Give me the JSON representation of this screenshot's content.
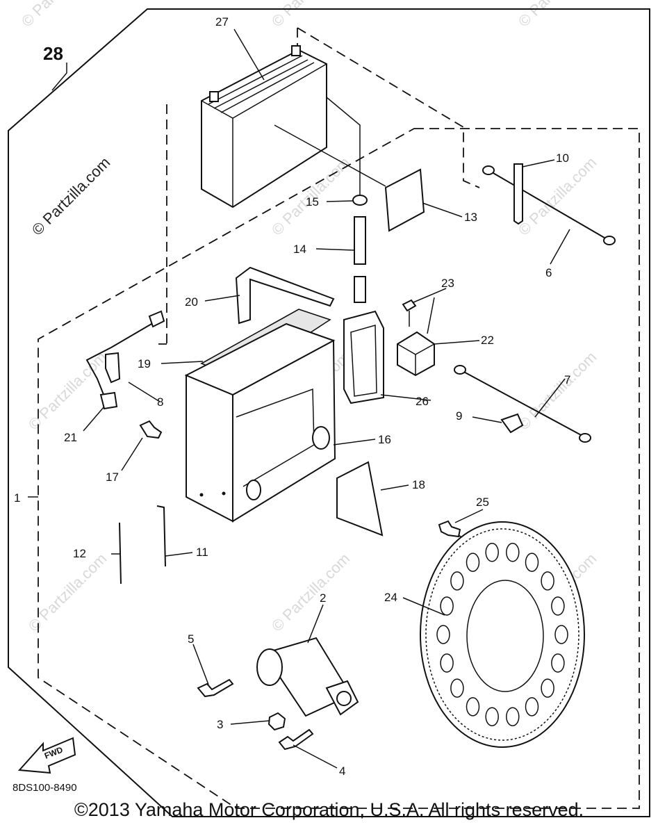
{
  "callouts": [
    "1",
    "2",
    "3",
    "4",
    "5",
    "6",
    "7",
    "8",
    "9",
    "10",
    "11",
    "12",
    "13",
    "14",
    "15",
    "16",
    "17",
    "18",
    "19",
    "20",
    "21",
    "22",
    "23",
    "24",
    "25",
    "26",
    "27",
    "28"
  ],
  "fwd_label": "FWD",
  "diagram_code": "8DS100-8490",
  "watermark": "© Partzilla.com",
  "copyright": "©2013 Yamaha Motor Corporation, U.S.A. All rights reserved."
}
